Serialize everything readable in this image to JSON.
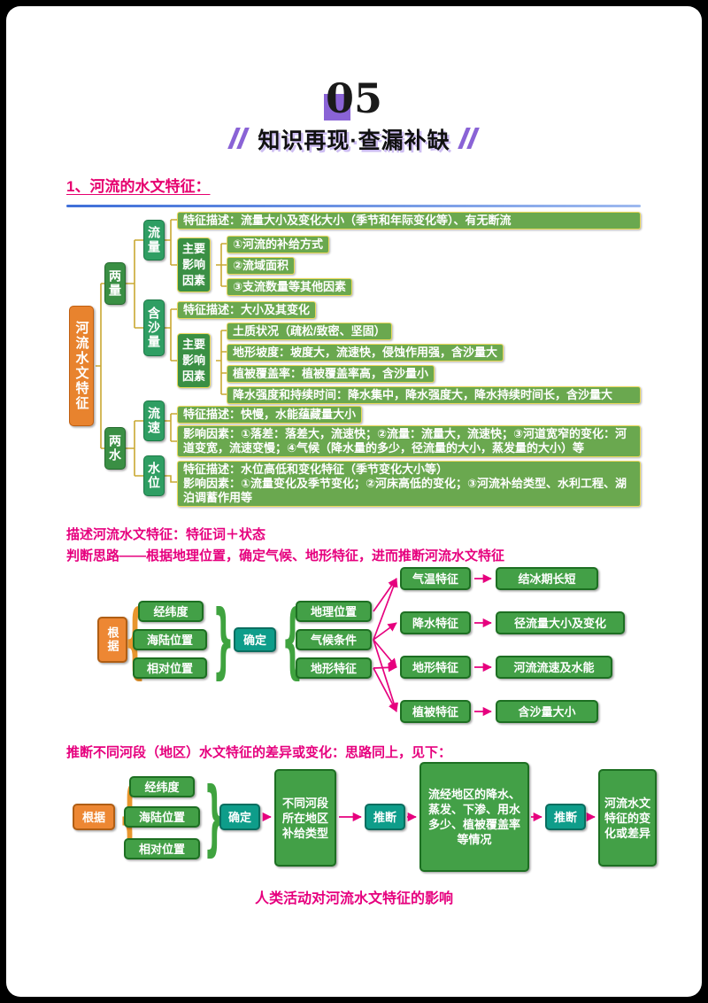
{
  "colors": {
    "accent_purple": "#8a63d6",
    "root_orange": "#e8832e",
    "branch_green": "#3a8f44",
    "node_green": "#2f9e63",
    "bar_green": "#6aa84f",
    "teal": "#0e9d8a",
    "note_magenta": "#e6007e",
    "connector_yellow": "#c9a832"
  },
  "header": {
    "number": "05",
    "title": "知识再现·查漏补缺"
  },
  "section1": {
    "heading": "1、河流的水文特征："
  },
  "mindmap": {
    "root": "河流水文特征",
    "branches": [
      "两量",
      "两水"
    ],
    "nodes": [
      "流量",
      "含沙量",
      "流速",
      "水位"
    ],
    "factor_label": "主要影响因素",
    "liuliang": {
      "desc": "特征描述：流量大小及变化大小（季节和年际变化等）、有无断流",
      "factors": [
        "①河流的补给方式",
        "②流域面积",
        "③支流数量等其他因素"
      ]
    },
    "hanshaliang": {
      "desc": "特征描述：大小及其变化",
      "factors": [
        "土质状况（疏松/致密、坚固）",
        "地形坡度：坡度大，流速快，侵蚀作用强，含沙量大",
        "植被覆盖率：植被覆盖率高，含沙量小",
        "降水强度和持续时间：降水集中，降水强度大，降水持续时间长，含沙量大"
      ]
    },
    "liusu": {
      "desc": "特征描述：快慢，水能蕴藏量大小",
      "factors": "影响因素：①落差：落差大，流速快；②流量：流量大，流速快；③河道宽窄的变化：河道变宽，流速变慢；④气候（降水量的多少，径流量的大小，蒸发量的大小）等"
    },
    "shuiwei": {
      "text": "特征描述：水位高低和变化特征（季节变化大小等）\n影响因素：①流量变化及季节变化；②河床高低的变化；③河流补给类型、水利工程、湖泊调蓄作用等"
    }
  },
  "notes": {
    "n1": "描述河流水文特征：特征词＋状态",
    "n2": "判断思路——根据地理位置，确定气候、地形特征，进而推断河流水文特征",
    "n3": "推断不同河段（地区）水文特征的差异或变化：思路同上，见下：",
    "n4": "人类活动对河流水文特征的影响"
  },
  "diagram2": {
    "start": "根据",
    "inputs": [
      "经纬度",
      "海陆位置",
      "相对位置"
    ],
    "action": "确定",
    "middles": [
      "地理位置",
      "气候条件",
      "地形特征"
    ],
    "features": [
      "气温特征",
      "降水特征",
      "地形特征",
      "植被特征"
    ],
    "outputs": [
      "结冰期长短",
      "径流量大小及变化",
      "河流流速及水能",
      "含沙量大小"
    ]
  },
  "diagram3": {
    "start": "根据",
    "inputs": [
      "经纬度",
      "海陆位置",
      "相对位置"
    ],
    "action1": "确定",
    "step1": "不同河段所在地区补给类型",
    "action2": "推断",
    "step2": "流经地区的降水、蒸发、下渗、用水多少、植被覆盖率等情况",
    "action3": "推断",
    "step3": "河流水文特征的变化或差异"
  }
}
